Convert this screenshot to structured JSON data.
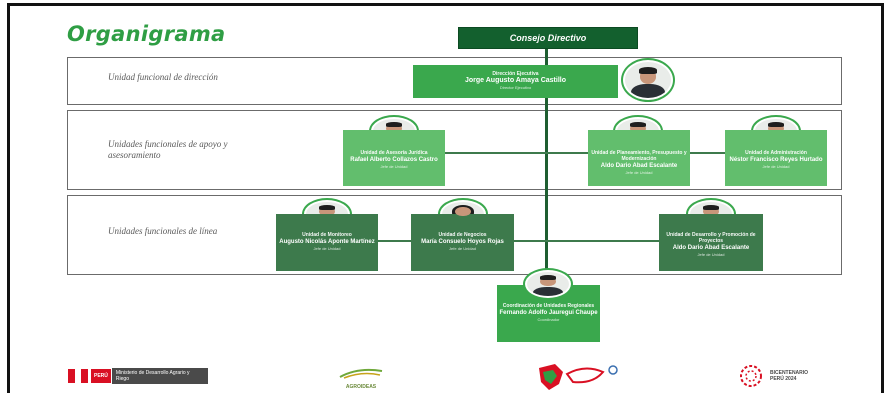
{
  "title": "Organigrama",
  "council": "Consejo Directivo",
  "bands": [
    {
      "label": "Unidad funcional de dirección"
    },
    {
      "label": "Unidades funcionales de apoyo y asesoramiento"
    },
    {
      "label": "Unidades funcionales de línea"
    }
  ],
  "director": {
    "role": "Dirección Ejecutiva",
    "name": "Jorge Augusto Amaya Castillo",
    "sub": "Director Ejecutivo"
  },
  "support_units": [
    {
      "role": "Unidad de Asesoría Jurídica",
      "name": "Rafael Alberto Collazos Castro",
      "sub": "Jefe de Unidad"
    },
    {
      "role": "Unidad de Planeamiento, Presupuesto y Modernización",
      "name": "Aldo Dario Abad Escalante",
      "sub": "Jefe de Unidad"
    },
    {
      "role": "Unidad de Administración",
      "name": "Néstor Francisco Reyes Hurtado",
      "sub": "Jefe de Unidad"
    }
  ],
  "line_units": [
    {
      "role": "Unidad de Monitoreo",
      "name": "Augusto Nicolás Aponte Martínez",
      "sub": "Jefe de Unidad"
    },
    {
      "role": "Unidad de Negocios",
      "name": "María Consuelo Hoyos Rojas",
      "sub": "Jefe de Unidad"
    },
    {
      "role": "Unidad de Desarrollo y Promoción de Proyectos",
      "name": "Aldo Dario Abad Escalante",
      "sub": "Jefe de Unidad"
    }
  ],
  "regional": {
    "role": "Coordinación de Unidades Regionales",
    "name": "Fernando Adolfo Jauregui Chaupe",
    "sub": "Coordinador"
  },
  "footer": {
    "peru": "PERÚ",
    "ministry": "Ministerio de Desarrollo Agrario y Riego",
    "agroideas": "AGROIDEAS",
    "bicentennial": "BICENTENARIO PERÚ 2024"
  },
  "colors": {
    "dark": "#13602e",
    "light": "#62be6d",
    "mid": "#3aa84d",
    "accent": "#2f9e44"
  }
}
